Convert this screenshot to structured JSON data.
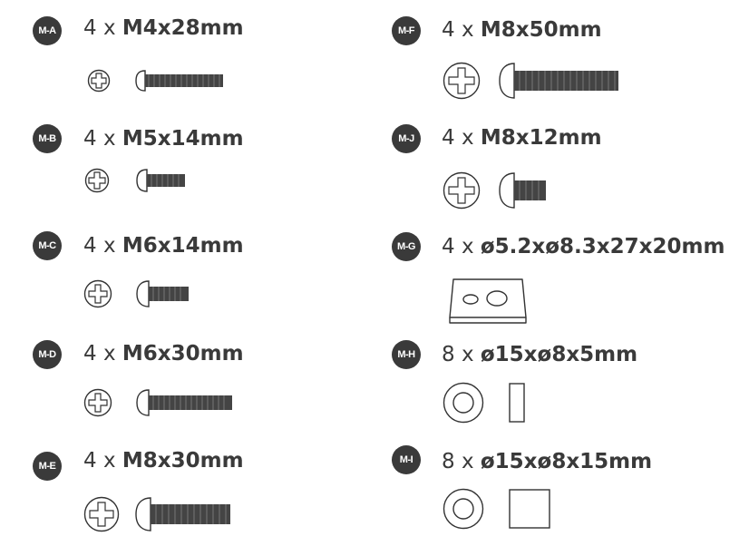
{
  "items": [
    {
      "code": "M-A",
      "qty": "4 x",
      "size": "M4x28mm",
      "icon": "phillips-head-icon",
      "part": "screw-icon"
    },
    {
      "code": "M-B",
      "qty": "4 x",
      "size": "M5x14mm",
      "icon": "phillips-head-icon",
      "part": "screw-icon"
    },
    {
      "code": "M-C",
      "qty": "4 x",
      "size": "M6x14mm",
      "icon": "phillips-head-icon",
      "part": "screw-icon"
    },
    {
      "code": "M-D",
      "qty": "4 x",
      "size": "M6x30mm",
      "icon": "phillips-head-icon",
      "part": "screw-icon"
    },
    {
      "code": "M-E",
      "qty": "4 x",
      "size": "M8x30mm",
      "icon": "phillips-head-icon",
      "part": "screw-icon"
    },
    {
      "code": "M-F",
      "qty": "4 x",
      "size": "M8x50mm",
      "icon": "phillips-head-icon",
      "part": "screw-icon"
    },
    {
      "code": "M-J",
      "qty": "4 x",
      "size": "M8x12mm",
      "icon": "phillips-head-icon",
      "part": "screw-icon"
    },
    {
      "code": "M-G",
      "qty": "4 x",
      "size": "ø5.2xø8.3x27x20mm",
      "icon": "spacer-plate-icon",
      "part": "plate-icon"
    },
    {
      "code": "M-H",
      "qty": "8 x",
      "size": "ø15xø8x5mm",
      "icon": "washer-icon",
      "part": "spacer-side-icon"
    },
    {
      "code": "M-I",
      "qty": "8 x",
      "size": "ø15xø8x15mm",
      "icon": "washer-icon",
      "part": "spacer-side-icon"
    }
  ],
  "colors": {
    "badge": "#3a3a3a",
    "text": "#3a3a3a",
    "line": "#333333"
  }
}
